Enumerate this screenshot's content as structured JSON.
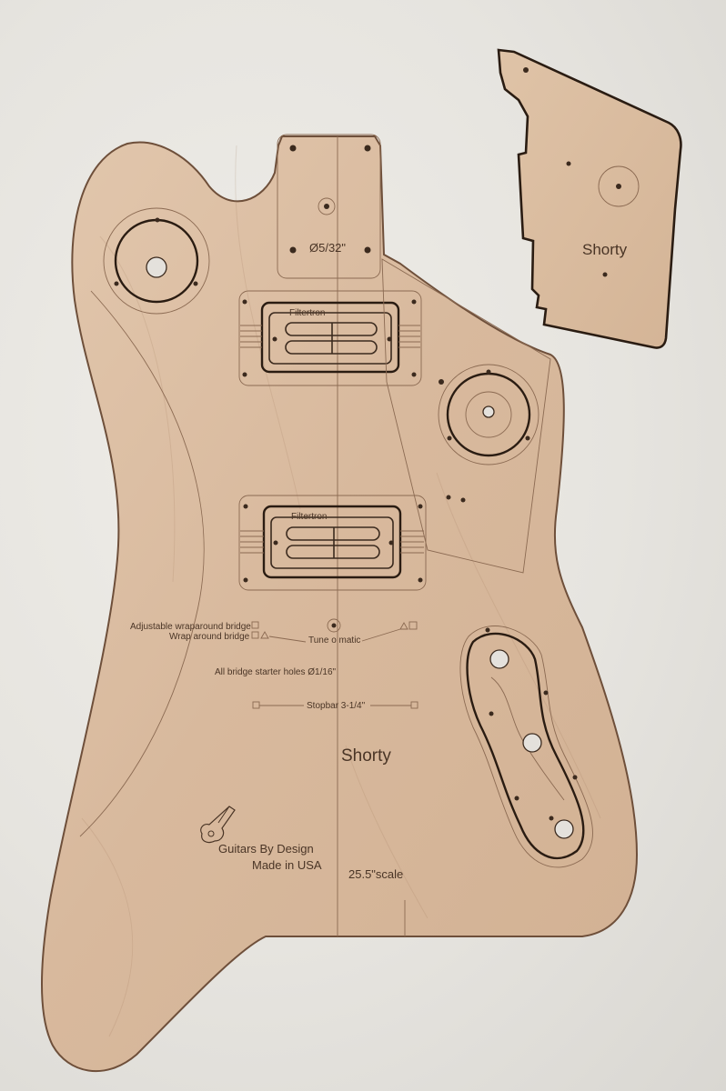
{
  "template": {
    "neck_pocket_label": "Ø5/32\"",
    "pickup_neck_label": "Filtertron",
    "pickup_bridge_label": "Filtertron",
    "bridge_adjustable_label": "Adjustable wraparound bridge",
    "bridge_wrap_label": "Wrap around bridge",
    "tune_o_matic_label": "Tune o matic",
    "starter_holes_label": "All bridge starter holes Ø1/16\"",
    "stopbar_label": "Stopbar 3-1/4\"",
    "model_label": "Shorty",
    "brand_label": "Guitars By Design",
    "made_in_label": "Made in USA",
    "scale_label": "25.5\"scale"
  },
  "small_template": {
    "model_label": "Shorty"
  },
  "colors": {
    "background": "#e6e4df",
    "plywood": "#dcbfa4",
    "engraving": "#4a3526",
    "cut_line": "#3b2a1e"
  }
}
